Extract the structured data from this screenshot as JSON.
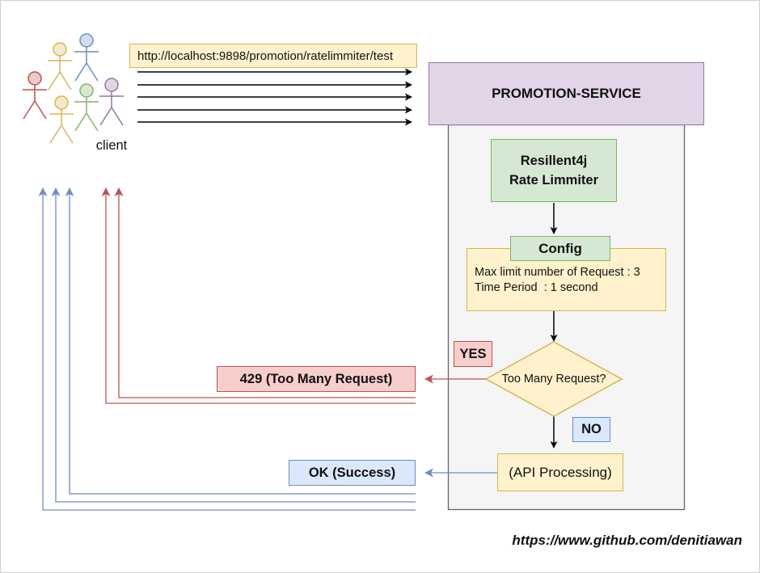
{
  "request": {
    "url": "http://localhost:9898/promotion/ratelimmiter/test"
  },
  "client": {
    "label": "client"
  },
  "service": {
    "title": "PROMOTION-SERVICE"
  },
  "limiter": {
    "line1": "Resillent4j",
    "line2": "Rate Limmiter"
  },
  "config": {
    "title": "Config",
    "line1": "Max limit number of Request : 3",
    "line2": "Time Period  : 1 second"
  },
  "decision": {
    "question": "Too Many Request?",
    "yes": "YES",
    "no": "NO"
  },
  "processing": {
    "label": "(API Processing)"
  },
  "responses": {
    "rejected": "429 (Too Many Request)",
    "success": "OK (Success)"
  },
  "footer": {
    "credit": "https://www.github.com/denitiawan"
  },
  "colors": {
    "actors": [
      "#b85450",
      "#d6b656",
      "#6c8ebf",
      "#d6b656",
      "#82b366",
      "#9673a6"
    ],
    "request_arrow": "#000000",
    "error": "#b85450",
    "success": "#6c8ebf"
  }
}
